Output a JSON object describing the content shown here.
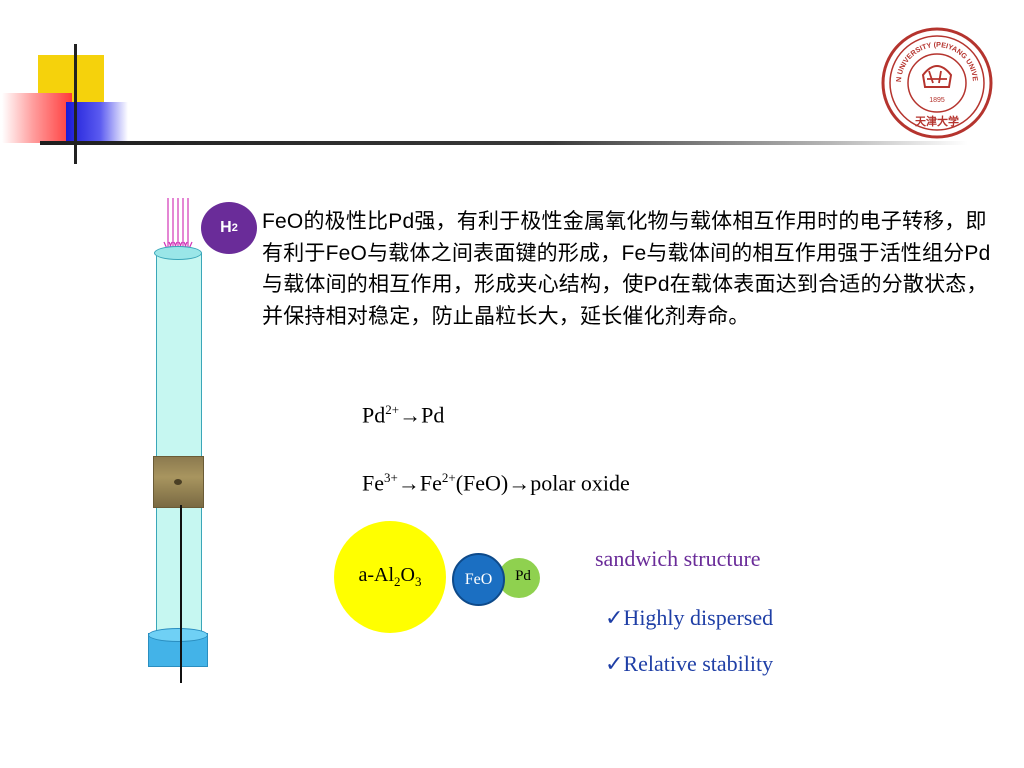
{
  "slide": {
    "h2_badge": {
      "main": "H",
      "sub": "2"
    },
    "paragraph": [
      {
        "t": "FeO",
        "latin": true
      },
      {
        "t": "的极性比"
      },
      {
        "t": "Pd",
        "latin": true
      },
      {
        "t": "强，有利于极性金属氧化物与载体相互作用时的电子转移，即有利于"
      },
      {
        "t": "FeO",
        "latin": true
      },
      {
        "t": "与载体之间表面键的形成，"
      },
      {
        "t": "Fe",
        "latin": true
      },
      {
        "t": "与载体间的相互作用强于活性组分"
      },
      {
        "t": "Pd",
        "latin": true
      },
      {
        "t": "与载体间的相互作用，形成夹心结构，使"
      },
      {
        "t": "Pd",
        "latin": true
      },
      {
        "t": "在载体表面达到合适的分散状态，并保持相对稳定，防止晶粒长大，延长催化剂寿命。"
      }
    ],
    "eq1": {
      "a": "Pd",
      "a_sup": "2+",
      "b": "→Pd"
    },
    "eq2": {
      "a": "Fe",
      "a_sup": "3+",
      "b": "→Fe",
      "b_sup": "2+",
      "c": "(FeO)→polar oxide"
    },
    "circle_support": {
      "pre": "a-Al",
      "s1": "2",
      "mid": "O",
      "s2": "3"
    },
    "circle_feo": "FeO",
    "circle_pd": "Pd",
    "sandwich_label": "sandwich structure",
    "checks": [
      "✓Highly dispersed",
      "✓Relative stability"
    ],
    "logo": {
      "top": "TIANJIN UNIVERSITY (PEIYANG UNIVERSITY)",
      "year": "1895",
      "bottom": "天津大学"
    }
  },
  "colors": {
    "purple": "#6a2c99",
    "check_blue": "#1f3fa6",
    "logo_red": "#b5342e"
  }
}
